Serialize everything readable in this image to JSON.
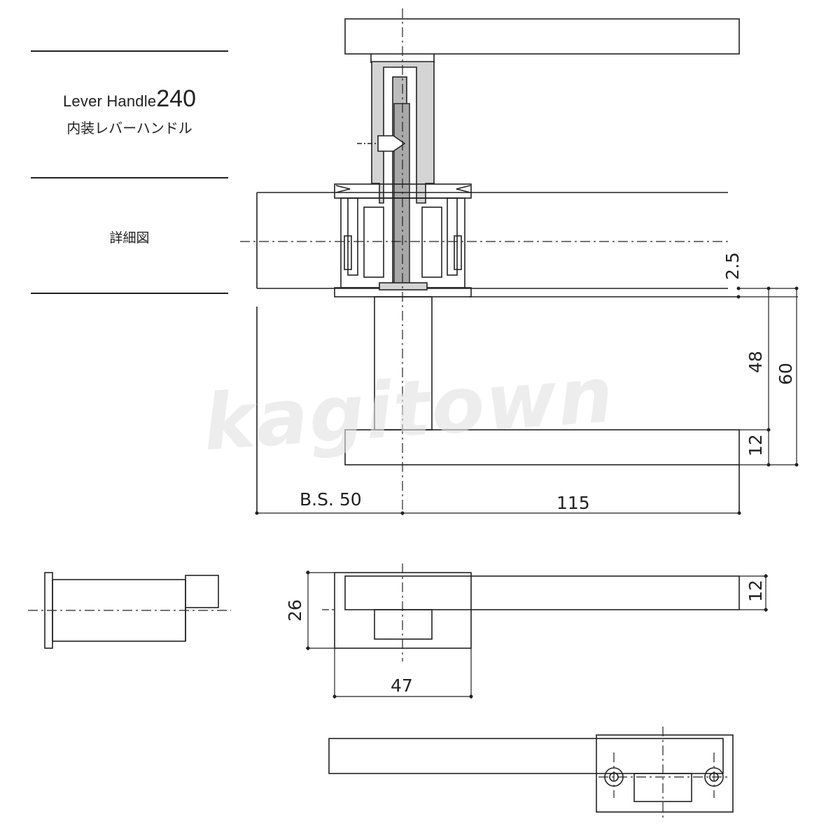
{
  "title": {
    "name": "Lever Handle",
    "model": "240",
    "jp_name": "内装レバーハンドル",
    "section": "詳細図"
  },
  "dimensions": {
    "depth_2_5": "2.5",
    "height_48": "48",
    "height_60": "60",
    "thickness_12": "12",
    "backset": "B.S. 50",
    "length_115": "115",
    "rose_26": "26",
    "lever_12": "12",
    "rose_47": "47"
  },
  "watermark": "kagitown",
  "colors": {
    "line": "#222222",
    "section_fill": "#d4d4d4",
    "watermark": "#e1e1e1"
  }
}
